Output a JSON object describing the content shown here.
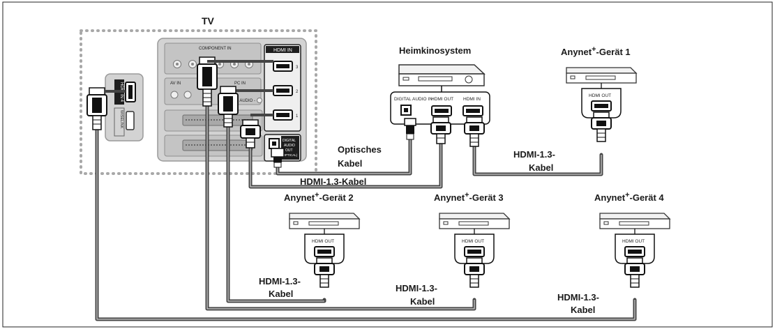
{
  "tv": {
    "title": "TV",
    "component_in": "COMPONENT IN",
    "hdmi_in_header": "HDMI IN",
    "hdmi_port_numbers": [
      "3",
      "2",
      "1"
    ],
    "av_in": "AV IN",
    "pc_in": "PC IN",
    "audio": "- AUDIO -",
    "digital_audio_out": [
      "DIGITAL",
      "AUDIO",
      "OUT",
      "(OPTICAL)"
    ],
    "side_hdmi_in": "HDMI IN 4",
    "side_wiselink": "WISELINK"
  },
  "home_theater": {
    "title": "Heimkinosystem",
    "ports": [
      "DIGITAL AUDIO IN",
      "HDMI OUT",
      "HDMI IN"
    ]
  },
  "devices": [
    {
      "name": "Anynet",
      "sup": "+",
      "suffix": "-Gerät 1",
      "port": "HDMI OUT"
    },
    {
      "name": "Anynet",
      "sup": "+",
      "suffix": "-Gerät 2",
      "port": "HDMI OUT"
    },
    {
      "name": "Anynet",
      "sup": "+",
      "suffix": "-Gerät 3",
      "port": "HDMI OUT"
    },
    {
      "name": "Anynet",
      "sup": "+",
      "suffix": "-Gerät 4",
      "port": "HDMI OUT"
    }
  ],
  "cables": {
    "optical": [
      "Optisches",
      "Kabel"
    ],
    "hdmi_ht": "HDMI-1.3-Kabel",
    "hdmi_dev1": [
      "HDMI-1.3-",
      "Kabel"
    ],
    "hdmi_dev2": [
      "HDMI-1.3-",
      "Kabel"
    ],
    "hdmi_dev3": [
      "HDMI-1.3-",
      "Kabel"
    ],
    "hdmi_dev4": [
      "HDMI-1.3-",
      "Kabel"
    ]
  },
  "colors": {
    "panel": "#d6d6d6",
    "panel_border": "#9a9a9a",
    "cable": "#444444",
    "dotted": "#aaaaaa"
  }
}
